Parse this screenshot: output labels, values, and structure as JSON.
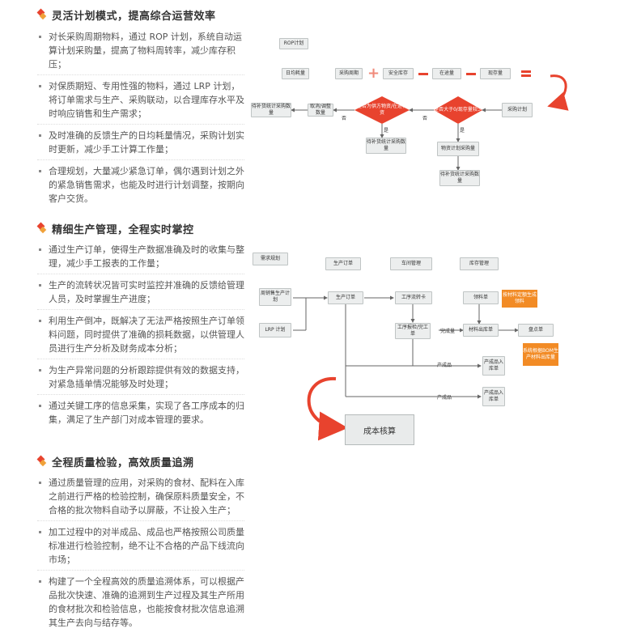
{
  "section1": {
    "title": "灵活计划模式，提高综合运营效率",
    "bullets": [
      "对长采购周期物料，通过 ROP 计划，系统自动运算计划采购量，提高了物料周转率，减少库存积压；",
      "对保质期短、专用性强的物料，通过 LRP 计划，将订单需求与生产、采购联动，以合理库存水平及时响应销售和生产需求；",
      "及时准确的反馈生产的日均耗量情况，采购计划实时更新，减少手工计算工作量；",
      "合理规划，大量减少紧急订单，偶尔遇到计划之外的紧急销售需求，也能及时进行计划调整，按期向客户交货。"
    ],
    "diagram": {
      "rop": "ROP计划",
      "daily": "日均耗量",
      "cycle": "采购周期",
      "safety": "安全库存",
      "transit": "在途量",
      "stock": "现存量",
      "suggest": "物资计划采购量",
      "purchase_plan": "采购计划",
      "cond1": "是否为供方物资/在途物资",
      "cond2": "是否大于0/现存量较少",
      "wait1": "待补货统计采购数量",
      "wait2": "待补货统计采购数量",
      "wait3": "待补货统计采购数量",
      "adjust": "取消/调整数量",
      "yes": "是",
      "no": "否"
    }
  },
  "section2": {
    "title": "精细生产管理，全程实时掌控",
    "bullets": [
      "通过生产订单，使得生产数据准确及时的收集与整理，减少手工报表的工作量；",
      "生产的流转状况皆可实时监控并准确的反馈给管理人员，及时掌握生产进度；",
      "利用生产倒冲，既解决了无法严格按照生产订单领料问题，同时提供了准确的损耗数据，以供管理人员进行生产分析及财务成本分析；",
      "为生产异常问题的分析跟踪提供有效的数据支持，对紧急插单情况能够及时处理；",
      "通过关键工序的信息采集，实现了各工序成本的归集，满足了生产部门对成本管理的要求。"
    ],
    "diagram": {
      "h_plan": "需求规划",
      "h_order": "生产订单",
      "h_workshop": "车间管理",
      "h_stock": "库存管理",
      "demand": "周销售生产计划",
      "lrp": "LRP 计划",
      "order": "生产订单",
      "flow_card": "工序流转卡",
      "report": "工序报检/完工单",
      "pick": "领料单",
      "issue": "材料出库单",
      "check": "盘点单",
      "in1": "产成品入库单",
      "in2": "产成品入库单",
      "flag1": "按材料定额生成领料",
      "flag2": "系统根据BOM生产材料出库量",
      "e1": "产成品",
      "e2": "完成量",
      "e3": "产成品",
      "cost": "成本核算"
    }
  },
  "section3": {
    "title": "全程质量检验，高效质量追溯",
    "bullets": [
      "通过质量管理的应用，对采购的食材、配料在入库之前进行严格的检验控制，确保原料质量安全，不合格的批次物料自动予以屏蔽，不让投入生产；",
      "加工过程中的对半成品、成品也严格按照公司质量标准进行检验控制，绝不让不合格的产品下线流向市场；",
      "构建了一个全程高效的质量追溯体系，可以根据产品批次快速、准确的追溯到生产过程及其生产所用的食材批次和检验信息，也能按食材批次信息追溯其生产去向与结存等。"
    ]
  },
  "colors": {
    "accent": "#e8432e",
    "orange": "#f28b25",
    "node_bg": "#eceeee"
  }
}
